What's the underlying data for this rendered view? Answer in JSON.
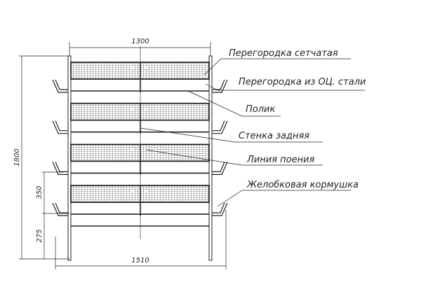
{
  "dimensions": {
    "top_width": "1300",
    "bottom_width": "1510",
    "total_height": "1800",
    "tier_height": "350",
    "bottom_height": "275"
  },
  "labels": [
    "Перегородка сетчатая",
    "Перегородка из ОЦ. стали",
    "Полик",
    "Стенка задняя",
    "Линия поения",
    "Желобковая кормушка"
  ],
  "tiers": 4
}
